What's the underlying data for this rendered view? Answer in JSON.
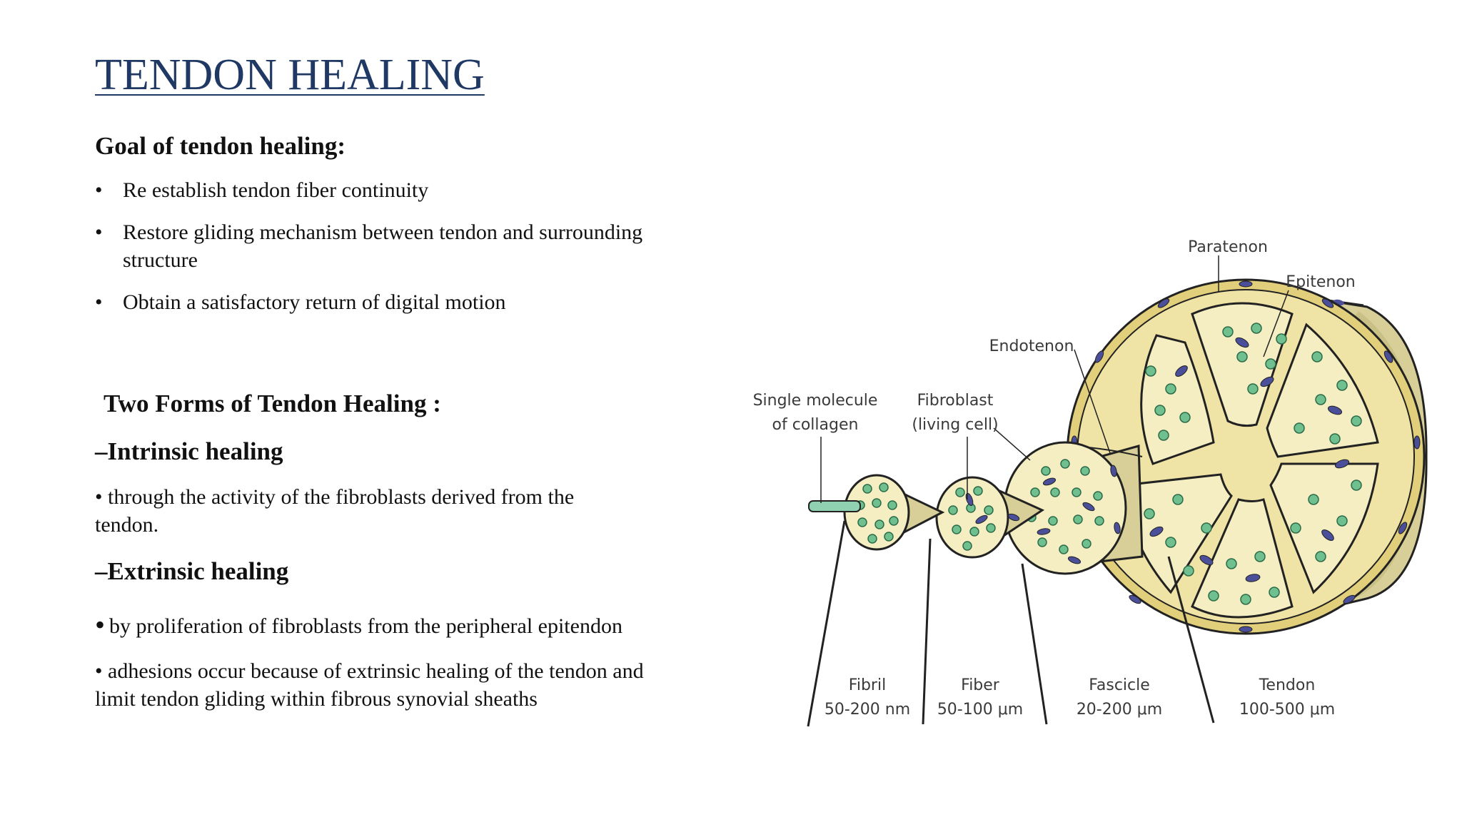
{
  "slide": {
    "title": "TENDON HEALING",
    "goal": {
      "heading": "Goal of tendon healing:",
      "items": [
        "Re establish tendon fiber continuity",
        "Restore gliding mechanism between tendon and surrounding structure",
        "Obtain a satisfactory return of digital motion"
      ]
    },
    "forms": {
      "heading": "Two Forms of Tendon Healing :",
      "intrinsic": {
        "heading": "–Intrinsic healing",
        "text": "• through the activity of the fibroblasts derived from the tendon."
      },
      "extrinsic": {
        "heading": "–Extrinsic healing",
        "bullet": "•",
        "text1": "by proliferation of fibroblasts from the peripheral epitendon",
        "text2": "• adhesions occur because of extrinsic healing of the tendon and limit tendon gliding within fibrous synovial sheaths"
      }
    }
  },
  "diagram": {
    "labels": {
      "paratenon": "Paratenon",
      "epitenon": "Epitenon",
      "endotenon": "Endotenon",
      "single_molecule_1": "Single molecule",
      "single_molecule_2": "of collagen",
      "fibroblast_1": "Fibroblast",
      "fibroblast_2": "(living cell)",
      "fibril_1": "Fibril",
      "fibril_2": "50-200 nm",
      "fiber_1": "Fiber",
      "fiber_2": "50-100 μm",
      "fascicle_1": "Fascicle",
      "fascicle_2": "20-200 μm",
      "tendon_1": "Tendon",
      "tendon_2": "100-500 μm"
    },
    "colors": {
      "outline": "#222222",
      "sheath": "#e2cf7c",
      "tendon_body": "#d8cf98",
      "fascicle_fill": "#f4eec2",
      "fibril_dot": "#6fbf8f",
      "fibroblast": "#4b4f9a",
      "collagen": "#8fd1b0"
    }
  }
}
